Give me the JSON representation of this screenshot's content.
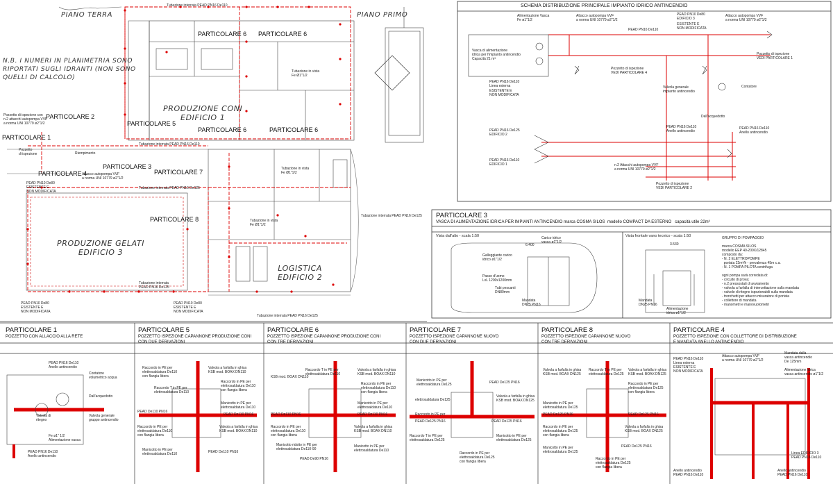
{
  "plan": {
    "piano_terra": "PIANO TERRA",
    "piano_primo": "PIANO PRIMO",
    "note": "N.B. I NUMERI IN PLANIMETRIA SONO\nRIPORTATI SUGLI IDRANTI (NON SONO\nQUELLI DI CALCOLO)",
    "buildings": {
      "edificio1": "PRODUZIONE CONI\nEDIFICIO 1",
      "edificio3": "PRODUZIONE GELATI\nEDIFICIO 3",
      "edificio2": "LOGISTICA\nEDIFICIO 2"
    },
    "part_labels": {
      "p1": "PARTICOLARE 1",
      "p2": "PARTICOLARE 2",
      "p3": "PARTICOLARE 3",
      "p4": "PARTICOLARE 4",
      "p5": "PARTICOLARE 5",
      "p6a": "PARTICOLARE 6",
      "p6b": "PARTICOLARE 6",
      "p6c": "PARTICOLARE 6",
      "p6d": "PARTICOLARE 6",
      "p7": "PARTICOLARE 7",
      "p8": "PARTICOLARE 8"
    },
    "small": {
      "tub_int_110": "Tubazione interrata PEAD PN16 De110",
      "tub_int_125": "Tubazione interrata PEAD PN16 De125",
      "tub_vista": "Tubazione in vista\nFe Ø1\"1/2",
      "pozzetto_allaccio": "Pozzetto di ispezione con\nn.2 attacchi autopompa VVF\na norma UNI 10779 ø2\"1/2",
      "pozzetto": "Pozzetto\ndi ispezione",
      "riempimento": "Riempimento",
      "attacco": "Attacco autopompa VVF\na norma UNI 10779 ø2\"1/2",
      "esistente": "PEAD PN10 De80\nESISTENTE E\nNON MODIFICATA",
      "pead_de80": "PEAD PN10 De80",
      "tub_int_interrata": "Tubazione interrata\nPEAD PN16 De125"
    }
  },
  "schema": {
    "title": "SCHEMA DISTRIBUZIONE PRINCIPALE IMPIANTO IDRICO ANTINCENDIO",
    "alimentazione_vasca": "Alimentazione Vasca\nFe ø1\"1/2",
    "attacco_vvf": "Attacco autopompa VVF\na norma UNI 10779 ø2\"1/2",
    "pn10_edificio3": "PEAD PN10 De80\nEDIFICIO 3",
    "esistente": "ESISTENTE E\nNON MODIFICATA",
    "attacco_vvf2": "Attacco autopompa VVF\na norma UNI 10779 ø2\"1/2",
    "pead_de110_top": "PEAD PN16 De110",
    "vasca": "Vasca di alimentazione\nidrica per l'impianto antincendio\nCapacità 21 m³",
    "pozzetto_p1": "Pozzetto di ispezione\nVEDI PARTICOLARE 1",
    "pozzetto_p4": "Pozzetto di ispezione\nVEDI PARTICOLARE 4",
    "linea_esterna": "PEAD PN16 De110\nLinea esterna",
    "esistente2": "ESISTENTE E\nNON MODIFICATA",
    "valvola": "Valvola generale\nimpianto antincendio",
    "contatore": "Contatore",
    "acquedotto": "Dall'acquedotto",
    "anello": "PEAD PN16 De110\nAnello antincendio",
    "anello2": "PEAD PN16 De110\nAnello antincendio",
    "edificio2": "PEAD PN16 De125\nEDIFICIO 2",
    "edificio1": "PEAD PN16 De110\nEDIFICIO 1",
    "n2_attacchi": "n.2 Attacchi autopompa VVF\na norma UNI 10779 ø2\"1/2",
    "pozzetto_p2": "Pozzetto di ispezione\nVEDI PARTICOLARE 2"
  },
  "p3box": {
    "title": "PARTICOLARE 3",
    "subtitle": "VASCA DI ALIMENTAZIONE IDRICA PER IMPIANTI ANTINCENDIO marca COSMA SILOS  modello COMPACT DA ESTERNO   capacità utile 22m³",
    "vista_alto": "Vista dall'alto - scala 1:50",
    "vista_frontale": "Vista frontale vano tecnico - scala 1:50",
    "galleggiante": "Galleggiante carico\nidrico ø1\"1/2",
    "carico": "Carico idrico\nvasca ø1\"1/2",
    "passo": "Passo d'uomo\nLxL 1200x1200mm",
    "tubi": "Tubi pescanti\nDN80mm",
    "mandata1": "Mandata\nDN25 PN16",
    "mandata2": "Mandata\nDN25 PN16",
    "alim": "Alimentazione\nidrica ø1\"1/2",
    "dim1": "6.400",
    "dim2": "3.530",
    "gruppo": "GRUPPO DI POMPAGGIO\n\nmarca COSMA SILOS\nmodello EEP 40-200X/12845\ncomposto da:\n- N. 2 ELETTROPOMPE\n  portata 22m³/h - prevalenza 45m c.a.\n- N. 1 POMPA PILOTA centrifuga\n\nogni pompa sarà corredata di:\n- circuito di prova;\n- n.2 pressostati di avviamento\n- valvola a farfalla di intercettazione sulla mandata\n- valvole di ritegno ispezionabili sulla mandata\n- tronchetti per attacco misuratore di portata\n- collettore di mandata\n- manometri e manovuotometri"
  },
  "details": [
    {
      "title": "PARTICOLARE 1",
      "sub": "POZZETTO CON ALLACCIO ALLA RETE"
    },
    {
      "title": "PARTICOLARE 5",
      "sub": "POZZETTO ISPEZIONE CAPANNONE PRODUZIONE CONI\nCON DUE DERIVAZIONI"
    },
    {
      "title": "PARTICOLARE 6",
      "sub": "POZZETTO ISPEZIONE CAPANNONE PRODUZIONE CONI\nCON TRE DERIVAZIONI"
    },
    {
      "title": "PARTICOLARE 7",
      "sub": "POZZETTO ISPEZIONE CAPANNONE NUOVO\nCON DUE DERIVAZIONI"
    },
    {
      "title": "PARTICOLARE 8",
      "sub": "POZZETTO ISPEZIONE CAPANNONE NUOVO\nCON TRE DERIVAZIONI"
    },
    {
      "title": "PARTICOLARE 4",
      "sub": "POZZETTO ISPEZIONE CON COLLETTORE DI DISTRIBUZIONE\nE MANDATA ANELLO ANTINCENDIO"
    }
  ],
  "d1": {
    "anello": "PEAD PN16 De110\nAnello antincendio",
    "contatore": "Contatore\nvolumetrico acqua",
    "acquedotto": "Dall'acquedotto",
    "ritegno": "Valvola di\nritegno",
    "valvola": "Valvola generale\ngruppo antincendio",
    "fe": "Fe ø1\" 1/2\nAlimentazione vasca",
    "anello2": "PEAD PN16 De110\nAnello antincendio"
  },
  "d5": {
    "a": "Raccordo in PE per\nelettrosaldatura De110\ncon flangia libera",
    "b": "Raccordo T in PE per\nelettrosaldatura De110",
    "c": "Valvola a farfalla in ghisa\nKSB mod. BOAX DN110",
    "d": "Raccordo in PE per\nelettrosaldatura De110\ncon flangia libera",
    "e": "Manicotto in PE per\nelettrosaldatura De110",
    "f": "PEAD De110 PN16",
    "g": "PEAD De110 PN16",
    "h": "Raccordo in PE per\nelettrosaldatura De110\ncon flangia libera",
    "i": "Valvola a farfalla in ghisa\nKSB mod. BOAX DN110",
    "j": "Manicotto in PE per\nelettrosaldatura De110",
    "k": "PEAD De110 PN16"
  },
  "d6": {
    "a": "KSB mod. BOAX DN110",
    "b": "Raccordo T in PE per\nelettrosaldatura De110",
    "c": "Valvola a farfalla in ghisa\nKSB mod. BOAX DN110",
    "d": "Raccordo in PE per\nelettrosaldatura De110\ncon flangia libera",
    "e": "Manicotto in PE per\nelettrosaldatura De110",
    "f": "PEAD De110 PN16",
    "g": "PEAD De110 PN16",
    "h": "Raccordo in PE per\nelettrosaldatura De110\ncon flangia libera",
    "i": "Valvola a farfalla in ghisa\nKSB mod. BOAX DN110",
    "j": "Manicotto ridotto in PE per\nelettrosaldatura De110-90",
    "k": "PEAD De90 PN16",
    "l": "Manicotto in PE per\nelettrosaldatura De110"
  },
  "d7": {
    "a": "Manicotto in PE per\nelettrosaldatura De125",
    "b": "PEAD De125 PN16",
    "c": "elettrosaldatura De125",
    "d": "Valvola a farfalla in ghisa\nKSB mod. BOAX DN125",
    "e": "Raccordo in PE per",
    "f": "PEAD De125 PN16",
    "g": "PEAD De125 PN16",
    "h": "Raccordo T in PE per\nelettrosaldatura De125",
    "i": "Manicotto in PE per\nelettrosaldatura De125",
    "j": "Raccordo in PE per\nelettrosaldatura De125\ncon flangia libera"
  },
  "d8": {
    "a": "Valvola a farfalla in ghisa\nKSB mod. BOAX DN125",
    "b": "Raccordo T in PE per\nelettrosaldatura De125",
    "c": "Valvola a farfalla in ghisa\nKSB mod. BOAX DN125",
    "d": "Raccordo in PE per\nelettrosaldatura De125\ncon flangia libera",
    "e": "Manicotto in PE per\nelettrosaldatura De125",
    "f": "PEAD De125 PN16",
    "g": "PEAD De125 PN16",
    "h": "Raccordo in PE per\nelettrosaldatura De125\ncon flangia libera",
    "i": "Valvola a farfalla in ghisa\nKSB mod. BOAX DN125",
    "j": "Manicotto in PE per\nelettrosaldatura De125",
    "k": "PEAD De125 PN16",
    "l": "Raccordo in PE per\nelettrosaldatura De125\ncon flangia libera"
  },
  "d4": {
    "linea": "PEAD PN16 De110\nLinea esterna\nESISTENTE E\nNON MODIFICATA",
    "attacco": "Attacco autopompa VVF\na norma UNI 10779 ø2\"1/2",
    "mandata": "Mandata dalla\nvasca antincendio\nDe 125mm",
    "alim": "Alimentazione idrica\nvasca antincendio ø1\"1/2",
    "linea3": "Linea EDIFICIO 3\nPEAD PN16 De110",
    "anello": "Anello antincendio\nPEAD PN16 De110",
    "anello2": "Anello antincendio\nPEAD PN16 De110"
  }
}
